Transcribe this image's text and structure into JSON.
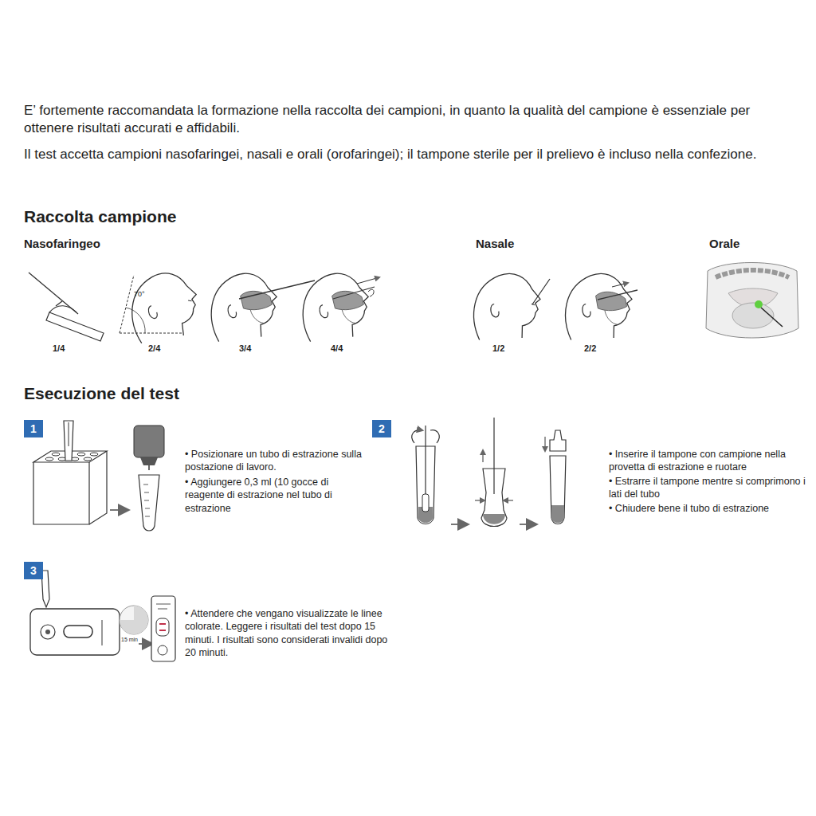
{
  "diagram": {
    "nodes": [
      {
        "text": [
          "1"
        ]
      },
      {
        "text": [
          "2"
        ]
      },
      {
        "text": [
          "3"
        ]
      }
    ],
    "labels": [
      "E’ fortemente  raccomandata  la formazione nella raccolta dei campioni, in quanto la qualità del campione è essenziale per ottenere risultati accurati e affidabili.",
      "Il test accetta campioni nasofaringei, nasali e orali (orofaringei); il tampone sterile per il prelievo è incluso nella confezione.",
      "Raccolta campione",
      "Nasofaringeo",
      "Nasale",
      "Orale",
      "70°",
      "1/4",
      "2/4",
      "3/4",
      "4/4",
      "1/2",
      "2/2",
      "Esecuzione del test",
      "• Posizionare un tubo di estrazione sulla postazione di lavoro.",
      "• Aggiungere 0,3 ml (10 gocce di reagente di estrazione nel tubo di estrazione",
      "• Inserire il tampone con campione nella provetta di estrazione e ruotare",
      "• Estrarre il tampone mentre si comprimono i lati del tubo",
      "• Chiudere bene il tubo di estrazione",
      "• Attendere che vengano visualizzate le linee colorate. Leggere i risultati del test dopo 15 minuti. I risultati sono considerati invalidi dopo 20 minuti.",
      "15 min"
    ]
  }
}
